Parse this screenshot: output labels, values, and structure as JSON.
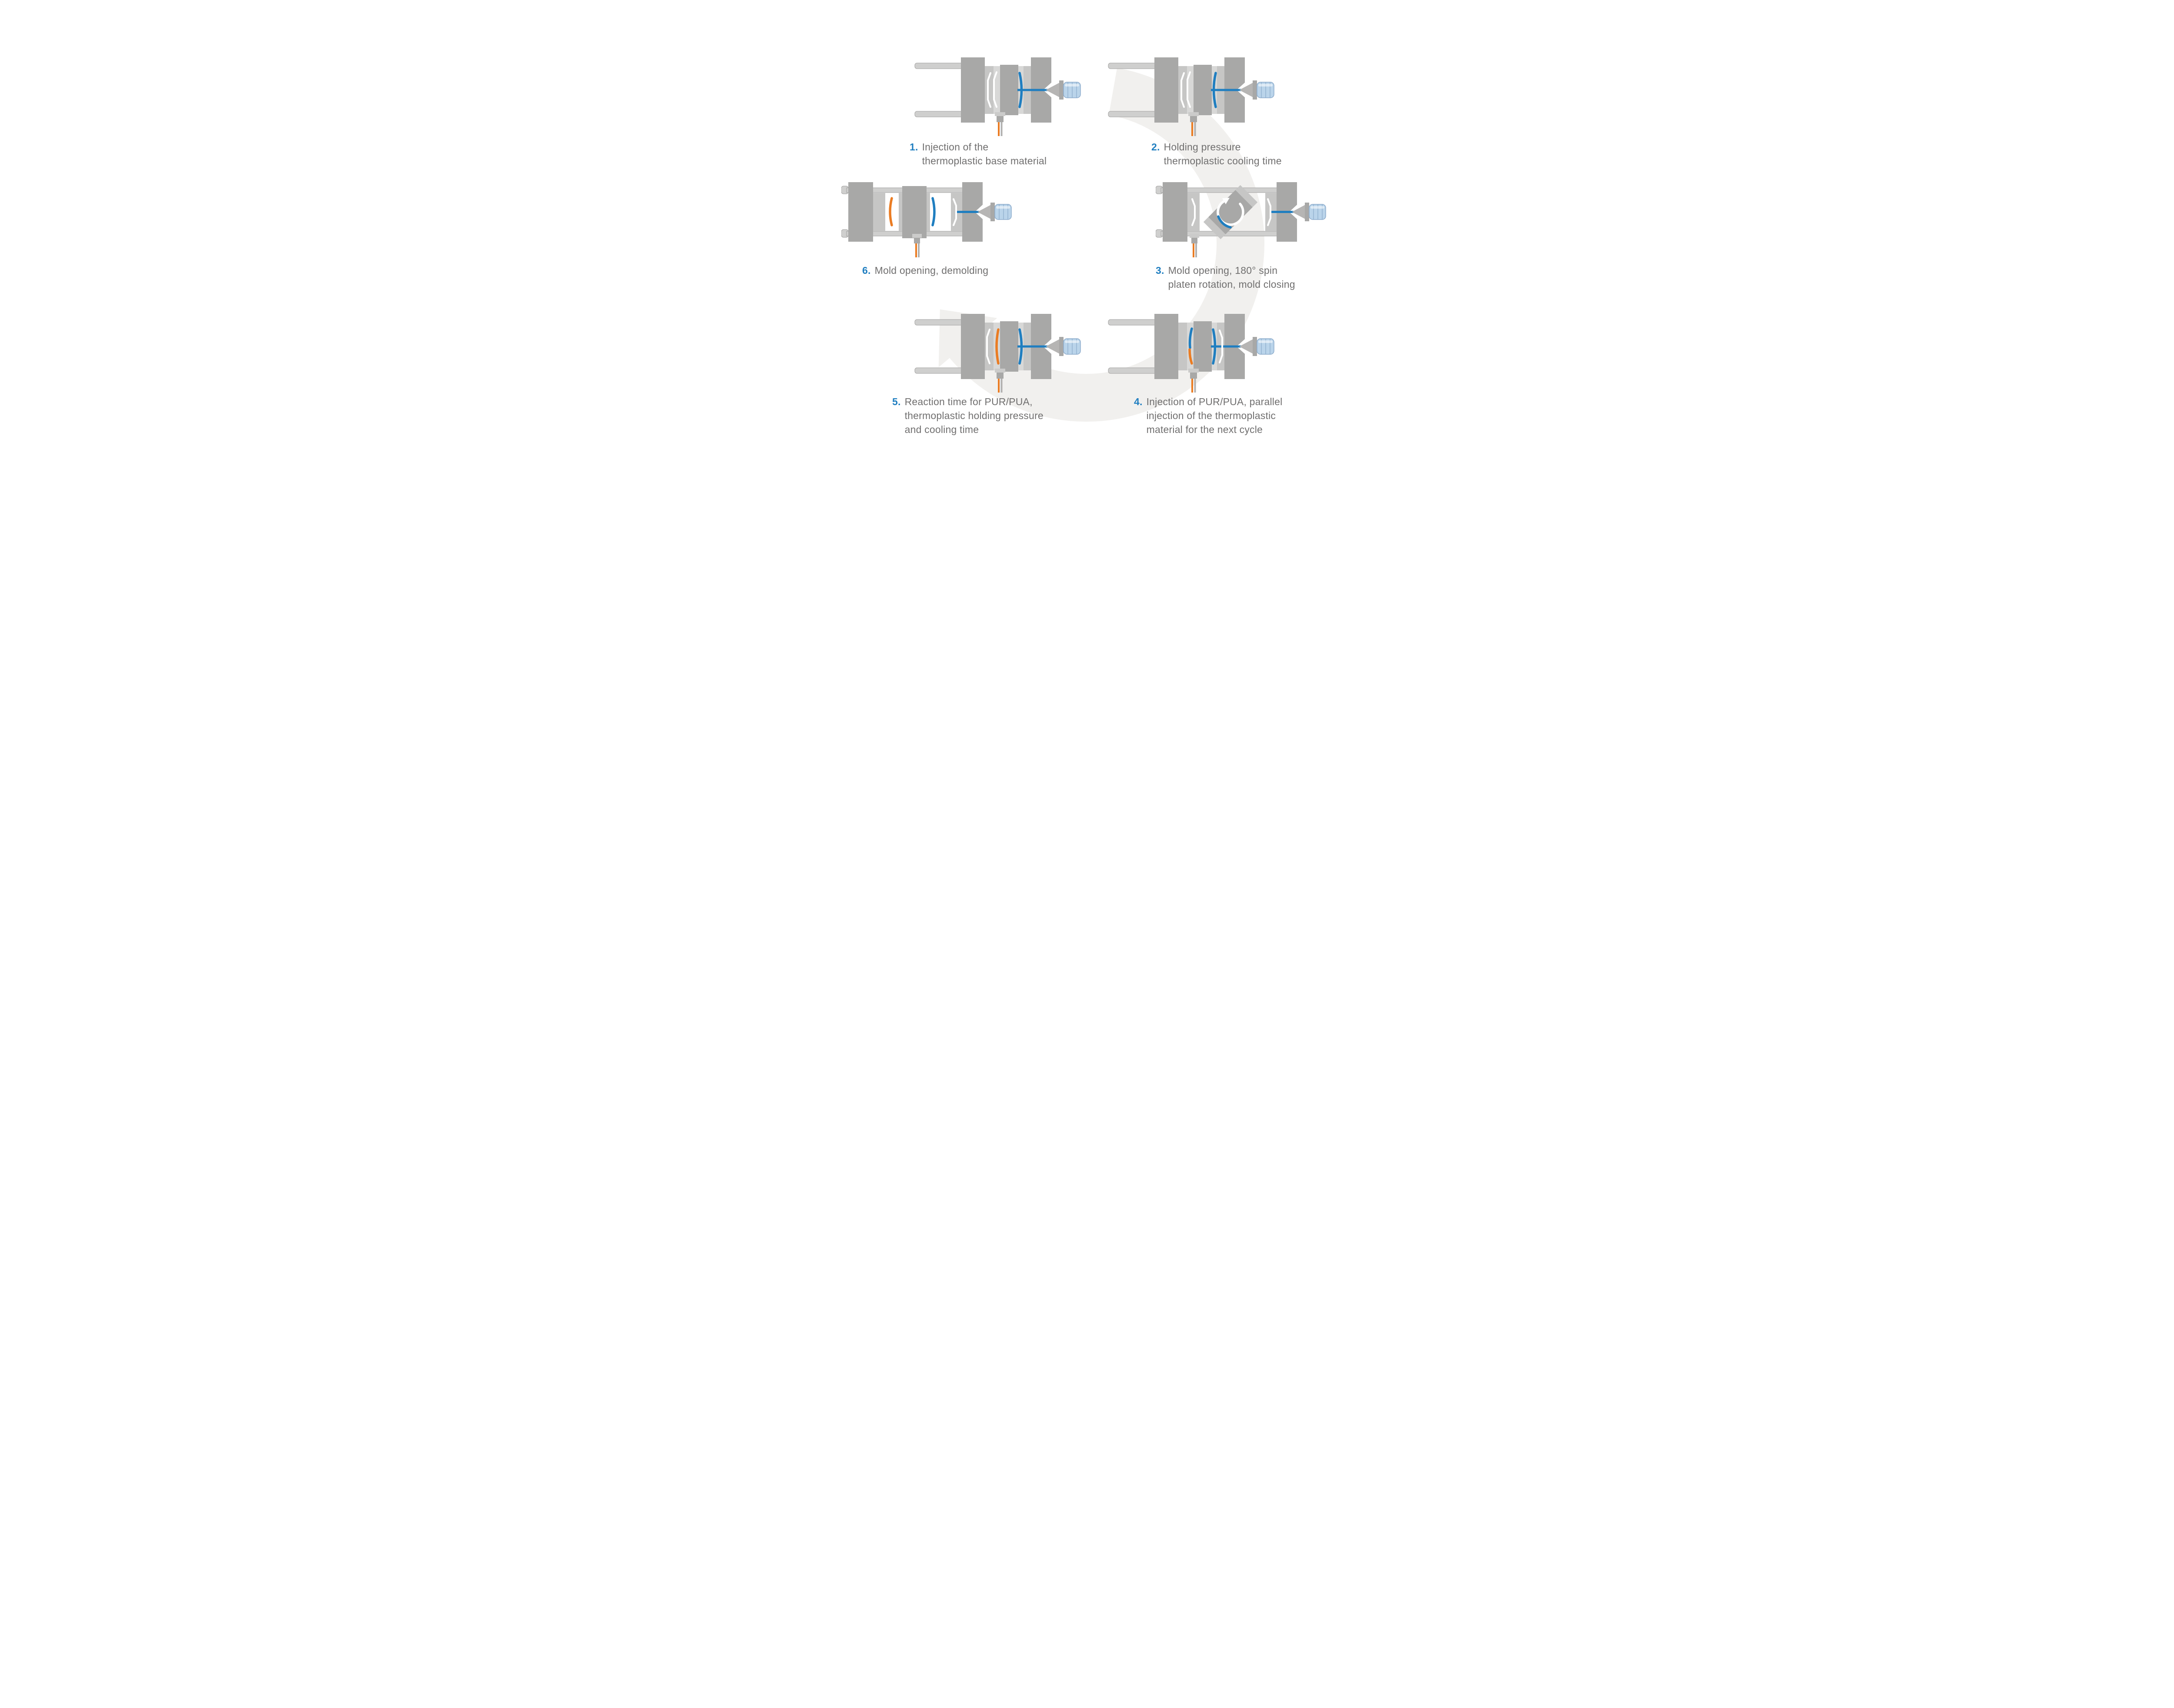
{
  "colors": {
    "accent_blue": "#1f7ec0",
    "part_orange": "#ea7c23",
    "machine_gray": "#a8a8a7",
    "mold_light_gray": "#c6c6c5",
    "barrel_blue": "#bad4ea",
    "caption_text_gray": "#706f6f",
    "cycle_arc_gray": "#f1f0ee"
  },
  "diagram": {
    "steps": [
      {
        "number": "1.",
        "lines": [
          "Injection of the",
          "thermoplastic base material"
        ]
      },
      {
        "number": "2.",
        "lines": [
          "Holding pressure",
          "thermoplastic cooling time"
        ]
      },
      {
        "number": "3.",
        "lines": [
          "Mold opening, 180° spin",
          "platen rotation, mold closing"
        ]
      },
      {
        "number": "4.",
        "lines": [
          "Injection of PUR/PUA, parallel",
          "injection of the thermoplastic",
          "material for the next cycle"
        ]
      },
      {
        "number": "5.",
        "lines": [
          "Reaction time for PUR/PUA,",
          "thermoplastic holding pressure",
          "and cooling time"
        ]
      },
      {
        "number": "6.",
        "lines": [
          "Mold opening, demolding"
        ]
      }
    ]
  }
}
